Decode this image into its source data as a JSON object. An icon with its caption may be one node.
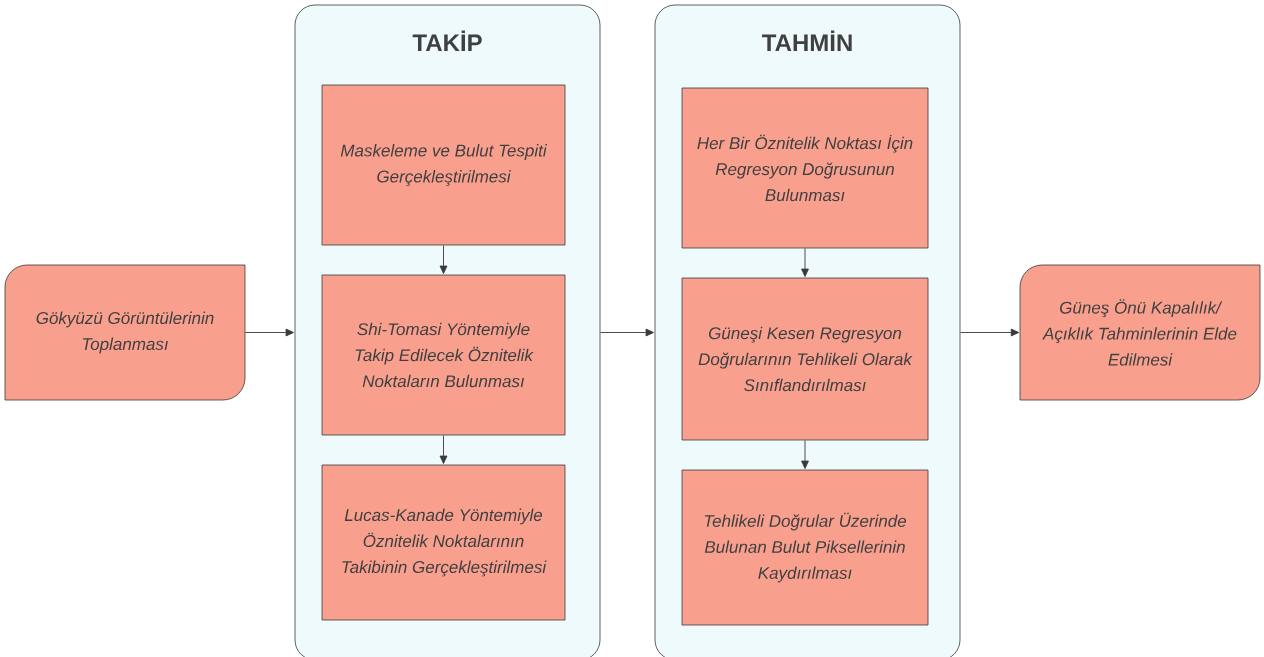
{
  "diagram": {
    "nodes": [
      {
        "text": [
          "Gökyüzü Görüntülerinin Toplanması"
        ]
      },
      {
        "text": [
          "TAKİP"
        ]
      },
      {
        "text": [
          "Maskeleme ve Bulut Tespiti Gerçekleştirilmesi"
        ],
        "in": 1
      },
      {
        "text": [
          "Shi-Tomasi Yöntemiyle Takip Edilecek Öznitelik Noktaların Bulunması"
        ],
        "in": 1
      },
      {
        "text": [
          "Lucas-Kanade Yöntemiyle Öznitelik Noktalarının Takibinin Gerçekleştirilmesi"
        ],
        "in": 1
      },
      {
        "text": [
          "TAHMİN"
        ]
      },
      {
        "text": [
          "Her Bir Öznitelik Noktası İçin Regresyon Doğrusunun Bulunması"
        ],
        "in": 5
      },
      {
        "text": [
          "Güneşi Kesen Regresyon Doğrularının Tehlikeli Olarak Sınıflandırılması"
        ],
        "in": 5
      },
      {
        "text": [
          "Tehlikeli Doğrular Üzerinde Bulunan Bulut Piksellerinin Kaydırılması"
        ],
        "in": 5
      },
      {
        "text": [
          "Güneş Önü Kapalılık/ Açıklık Tahminlerinin Elde Edilmesi"
        ]
      }
    ],
    "edges": [
      {
        "from": 0,
        "to": 1,
        "arrow": "to"
      },
      {
        "from": 1,
        "to": 5,
        "arrow": "to"
      },
      {
        "from": 5,
        "to": 9,
        "arrow": "to"
      },
      {
        "from": 2,
        "to": 3,
        "arrow": "to"
      },
      {
        "from": 3,
        "to": 4,
        "arrow": "to"
      },
      {
        "from": 6,
        "to": 7,
        "arrow": "to"
      },
      {
        "from": 7,
        "to": 8,
        "arrow": "to"
      }
    ]
  }
}
